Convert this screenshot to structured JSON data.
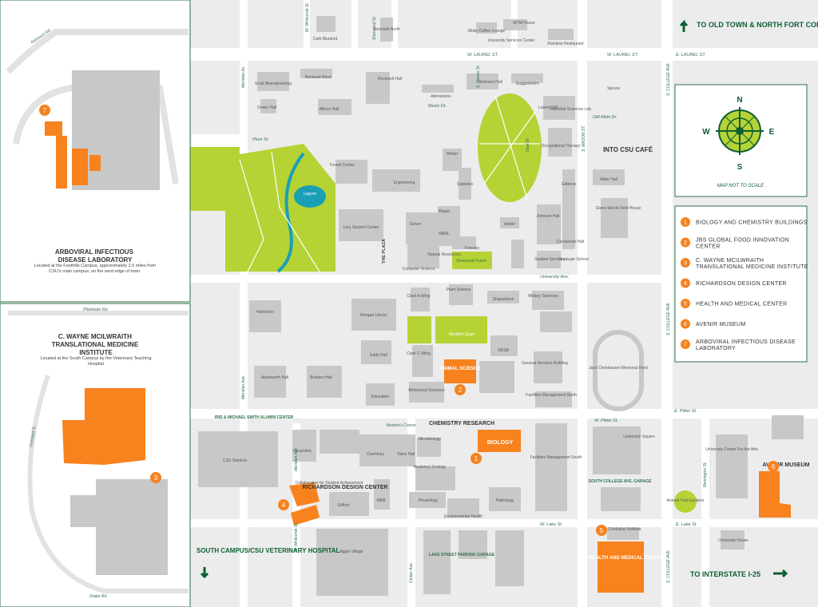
{
  "colors": {
    "building": "#c8c8c8",
    "road": "#ffffff",
    "block": "#ececec",
    "green": "#b5d334",
    "orange": "#f7821e",
    "water": "#1a9fb5",
    "darkgreen": "#0d5f33",
    "frame": "#2f6f4a"
  },
  "streets": {
    "w_laurel_1": "W. LAUREL ST.",
    "w_laurel_2": "W. LAUREL ST.",
    "e_laurel": "E. LAUREL ST.",
    "plum": "Plum St.",
    "meridian_n": "Meridian Av.",
    "meridian_s": "Meridian Ave.",
    "meridian_s2": "Meridian Ave.",
    "whitcomb_n": "W. Whitcomb St.",
    "whitcomb_s": "S. Whitcomb St.",
    "sherwood": "Sherwood St.",
    "howes": "S. Howes St.",
    "mason": "S. MASON ST.",
    "college_n": "S. COLLEGE AVE.",
    "college_m": "S. COLLEGE AVE.",
    "college_s": "S. COLLEGE AVE.",
    "remington": "Remington St.",
    "university_ave": "University Ave.",
    "pitkin_w": "W. Pitkin St.",
    "pitkin_e": "E. Pitkin St.",
    "lake_w": "W. Lake St.",
    "lake_e": "E. Lake St.",
    "center_ave": "Center Ave.",
    "music_dr": "Music Dr.",
    "old_main": "Old Main Dr.",
    "oval_dr": "Oval Dr.",
    "the_plaza": "THE PLAZA",
    "remount": "Remount Rd.",
    "phemister": "Phemister Rd.",
    "overland": "Overland Tr.",
    "drake": "Drake Rd."
  },
  "buildings": {
    "cafe_bluebird": "Café Bluebird",
    "rockwell_north": "Rockwell North",
    "moby": "Moby Coffee Lounge",
    "university_services": "University Services Center",
    "mtm": "MTM House",
    "rainbow": "Rainbow Restaurant",
    "scott": "Scott Bioengineering",
    "rockwell_west": "Rockwell West",
    "rockwell_hall": "Rockwell Hall",
    "green_hall": "Green Hall",
    "allison": "Allison Hall",
    "ammons": "Ammons Hall",
    "guggenheim": "Guggenheim",
    "admissions": "Admissions",
    "laurel_hall": "Laurel Hall",
    "industrial_sciences": "Industrial Sciences Lab",
    "spruce": "Spruce",
    "occupational": "Occupational Therapy",
    "weber": "Weber",
    "engineering": "Engineering",
    "statistics": "Statistics",
    "gibbons": "Gibbons",
    "alder": "Alder Hall",
    "glenn_morris": "Glenn Morris Field House",
    "lagoon": "Lagoon",
    "lory": "Lory Student Center",
    "glover": "Glover",
    "wagar": "Wagar",
    "nrrl": "NRRL",
    "admin": "Admin",
    "johnson": "Johnson Hall",
    "centennial": "Centennial Hall",
    "forestry": "Forestry",
    "natural_resources": "Natural Resources",
    "sherwood_forest": "Sherwood Forest",
    "student_services": "Student Services",
    "graduate_school": "Graduate School",
    "computer_science": "Computer Science",
    "trenell": "Trenell Center",
    "into_csu": "INTO CSU CAFÉ",
    "clark_a": "Clark A-Wing",
    "plant_science": "Plant Science",
    "shepardson": "Shepardson",
    "military": "Military Sciences",
    "hartshorn": "Hartshorn",
    "morgan": "Morgan Library",
    "montfort": "Montfort Quad",
    "eddy": "Eddy Hall",
    "clark_c": "Clark C-Wing",
    "nesb": "NESB",
    "general_services": "General Services Building",
    "jack_christiansen": "Jack Christiansen Memorial Field",
    "aylesworth": "Aylesworth Hall",
    "braiden": "Braiden Hall",
    "education": "Education",
    "behavioral": "Behavioral Sciences",
    "facilities_north": "Facilities Management North",
    "smith_center": "IRIS & MICHAEL SMITH ALUMNI CENTER",
    "newtons": "Newton's Corner",
    "microbiology": "Microbiology",
    "chemistry": "Chemistry",
    "yates": "Yates Hall",
    "anatomy": "Anatomy/ Zoology",
    "csu_stadium": "CSU Stadium",
    "visual_arts": "Visual Arts",
    "collaborative": "Collaborative for Student Achievement",
    "gifford": "Gifford",
    "mrb": "MRB",
    "physiology": "Physiology",
    "pathology": "Pathology",
    "environmental_health": "Environmental Health",
    "facilities_south": "Facilities Management South",
    "university_square": "University Square",
    "south_college_garage": "SOUTH COLLEGE AVE. GARAGE",
    "confucius": "Confucius Institute",
    "aggie_village": "Aggie Village",
    "lake_street_garage": "LAKE STREET PARKING GARAGE",
    "university_center_arts": "University Center For the Arts",
    "annual_trial_gardens": "Annual Trial Gardens",
    "university_house": "University House"
  },
  "featured": {
    "animal_science": "ANIMAL SCIENCE",
    "chemistry_research": "CHEMISTRY RESEARCH",
    "biology": "BIOLOGY",
    "richardson": "RICHARDSON DESIGN CENTER",
    "csu_health": "CSU HEALTH AND MEDICAL CENTER",
    "avenir_museum": "AVENIR MUSEUM"
  },
  "markers": [
    "1",
    "2",
    "3",
    "4",
    "5",
    "6",
    "7"
  ],
  "directions": {
    "old_town": "TO OLD TOWN & NORTH FORT COLLINS",
    "interstate": "TO INTERSTATE I-25",
    "south_campus": "SOUTH CAMPUS/CSU VETERINARY HOSPITAL"
  },
  "compass": {
    "n": "N",
    "s": "S",
    "e": "E",
    "w": "W",
    "note": "MAP NOT TO SCALE"
  },
  "legend": [
    {
      "num": "1",
      "text": "BIOLOGY AND CHEMISTRY BUILDINGS"
    },
    {
      "num": "2",
      "text": "JBS GLOBAL FOOD INNOVATION CENTER"
    },
    {
      "num": "3",
      "text": "C. WAYNE MCILWRAITH TRANSLATIONAL MEDICINE INSTITUTE"
    },
    {
      "num": "4",
      "text": "RICHARDSON DESIGN CENTER"
    },
    {
      "num": "5",
      "text": "HEALTH AND MEDICAL CENTER"
    },
    {
      "num": "6",
      "text": "AVENIR MUSEUM"
    },
    {
      "num": "7",
      "text": "ARBOVIRAL INFECTIOUS DISEASE LABORATORY"
    }
  ],
  "inset_arboviral": {
    "title": "ARBOVIRAL INFECTIOUS DISEASE LABORATORY",
    "desc": "Located at the Foothills Campus, approximately 2.5 miles from CSU's main campus, on the west edge of town."
  },
  "inset_mcilwraith": {
    "title": "C. WAYNE MCILWRAITH TRANSLATIONAL MEDICINE INSTITUTE",
    "desc": "Located at the South Campus by the Veterinary Teaching Hospital"
  }
}
